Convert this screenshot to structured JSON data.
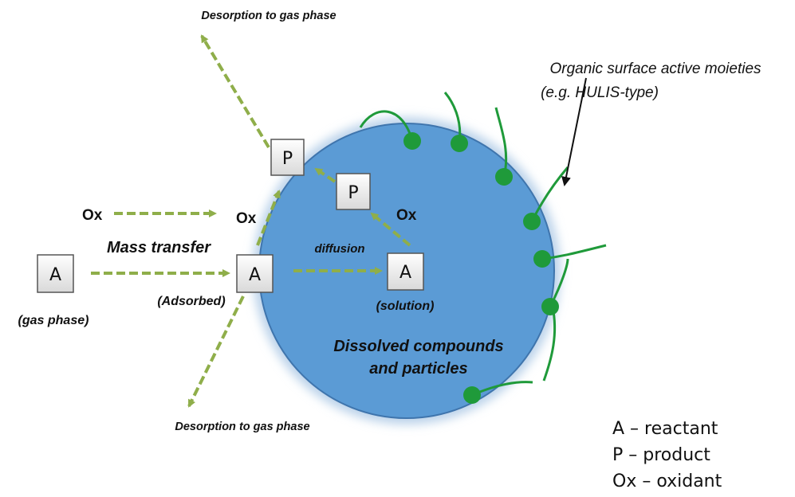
{
  "labels": {
    "desorption_top": "Desorption to gas phase",
    "desorption_bottom": "Desorption to gas phase",
    "organic_line1": "Organic surface active moieties",
    "organic_line2": "(e.g. HULIS-type)",
    "ox_left": "Ox",
    "ox_middle": "Ox",
    "ox_inside": "Ox",
    "mass_transfer": "Mass transfer",
    "diffusion": "diffusion",
    "gas_phase": "(gas phase)",
    "adsorbed": "(Adsorbed)",
    "solution": "(solution)",
    "dissolved_line1": "Dissolved compounds",
    "dissolved_line2": "and particles"
  },
  "boxes": {
    "a_gas": "A",
    "a_adsorbed": "A",
    "a_solution": "A",
    "p_surface": "P",
    "p_inside": "P"
  },
  "legend": {
    "reactant": "A – reactant",
    "product": "P – product",
    "oxidant": "Ox – oxidant"
  },
  "colors": {
    "droplet_fill": "#5b9bd5",
    "droplet_edge": "#3f75ad",
    "arrow": "#8fae4a",
    "surfactant": "#1f9a3a"
  }
}
